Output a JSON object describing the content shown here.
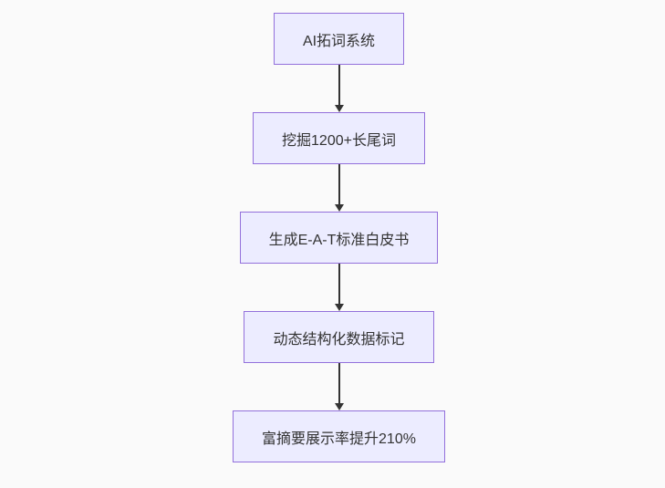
{
  "diagram": {
    "type": "flowchart-top-down",
    "style": {
      "background": "#fafafa",
      "node_fill": "#ECECFF",
      "node_border": "#9370DB",
      "edge_color": "#333333",
      "text_color": "#333333"
    },
    "nodes": [
      {
        "label": "AI拓词系统"
      },
      {
        "label": "挖掘1200+长尾词"
      },
      {
        "label": "生成E-A-T标准白皮书"
      },
      {
        "label": "动态结构化数据标记"
      },
      {
        "label": "富摘要展示率提升210%"
      }
    ],
    "edges": [
      {
        "from": 0,
        "to": 1
      },
      {
        "from": 1,
        "to": 2
      },
      {
        "from": 2,
        "to": 3
      },
      {
        "from": 3,
        "to": 4
      }
    ]
  }
}
